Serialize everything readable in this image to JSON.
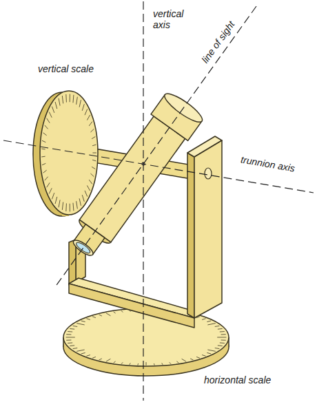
{
  "diagram": {
    "labels": [
      "vertical axis",
      "line of sight",
      "vertical scale",
      "trunnion axis",
      "horizontal scale"
    ]
  }
}
